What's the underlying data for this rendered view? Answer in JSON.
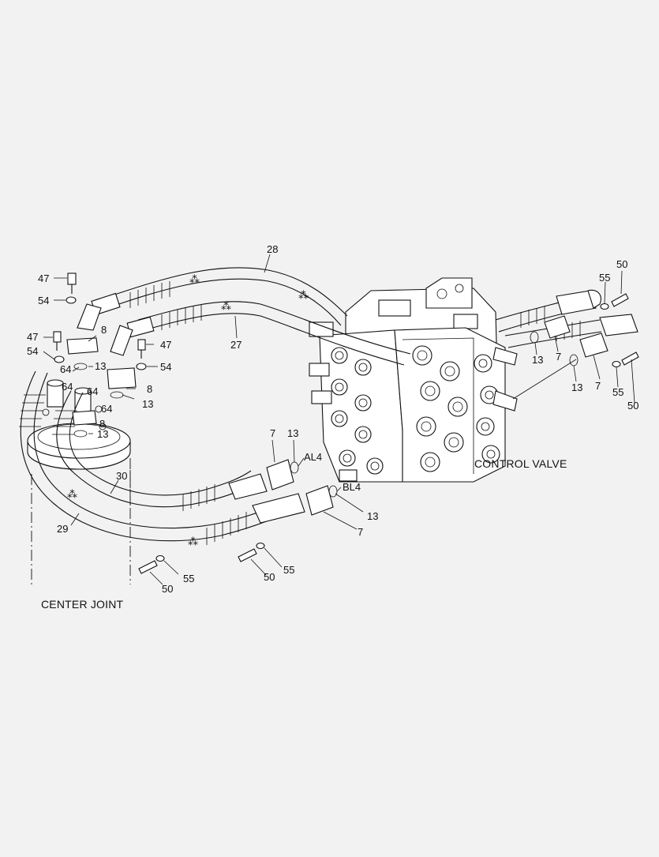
{
  "captions": {
    "center_joint": "CENTER JOINT",
    "control_valve": "CONTROL VALVE"
  },
  "callouts": {
    "c28": "28",
    "c27": "27",
    "c30": "30",
    "c29": "29",
    "c47a": "47",
    "c47b": "47",
    "c47c": "47",
    "c54a": "54",
    "c54b": "54",
    "c54c": "54",
    "c8a": "8",
    "c8b": "8",
    "c8c": "8",
    "c13a": "13",
    "c13b": "13",
    "c13c": "13",
    "c13d": "13",
    "c13e": "13",
    "c13f": "13",
    "c13g": "13",
    "c64a": "64",
    "c64b": "64",
    "c64c": "64",
    "c64d": "64",
    "c7a": "7",
    "c7b": "7",
    "c7c": "7",
    "c7d": "7",
    "c50a": "50",
    "c50b": "50",
    "c50c": "50",
    "c50d": "50",
    "c55a": "55",
    "c55b": "55",
    "c55c": "55",
    "c55d": "55",
    "al4": "AL4",
    "bl4": "BL4"
  }
}
